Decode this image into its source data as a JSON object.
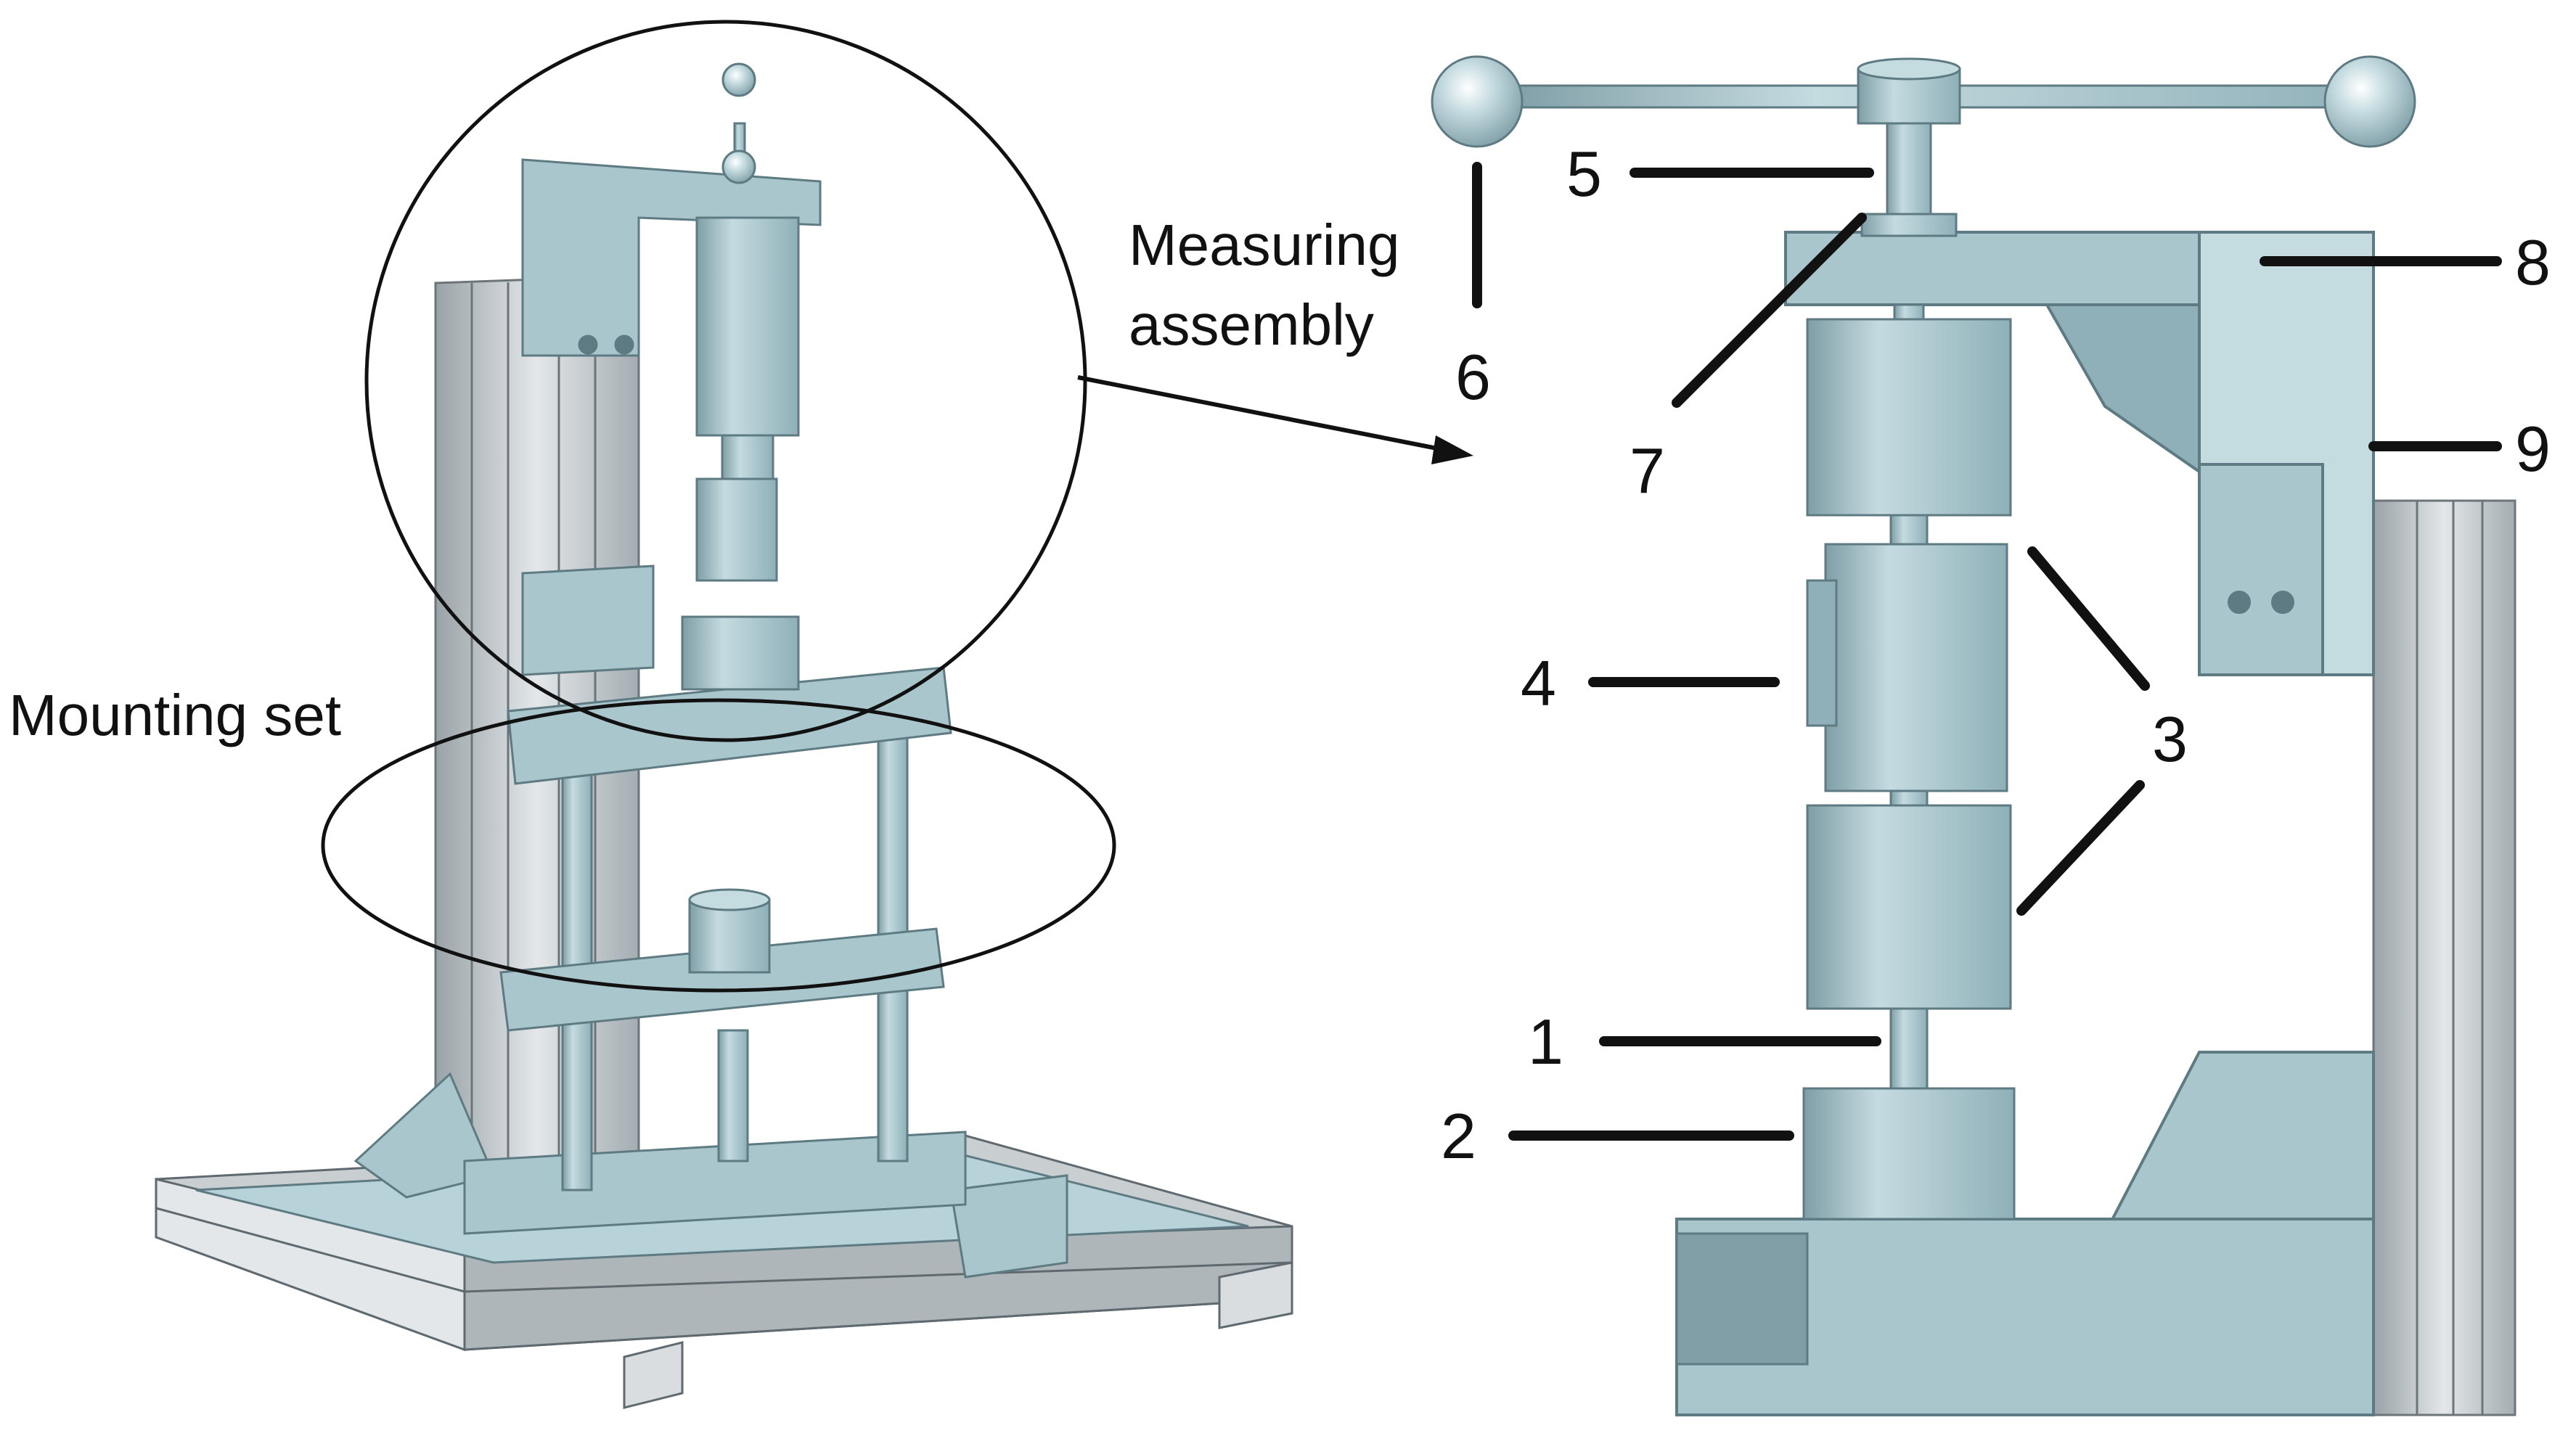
{
  "captions": {
    "measuring_line1": "Measuring",
    "measuring_line2": "assembly",
    "mounting": "Mounting set"
  },
  "part_numbers": {
    "p1": "1",
    "p2": "2",
    "p3": "3",
    "p4": "4",
    "p5": "5",
    "p6": "6",
    "p7": "7",
    "p8": "8",
    "p9": "9"
  },
  "colors": {
    "part_fill": "#a8c6cc",
    "part_light": "#c4dbe0",
    "part_dark": "#7f9ea6",
    "part_edge": "#5e7a82",
    "profile_fill": "#c9ced1",
    "profile_dark": "#8e979c",
    "annotation": "#111111"
  }
}
